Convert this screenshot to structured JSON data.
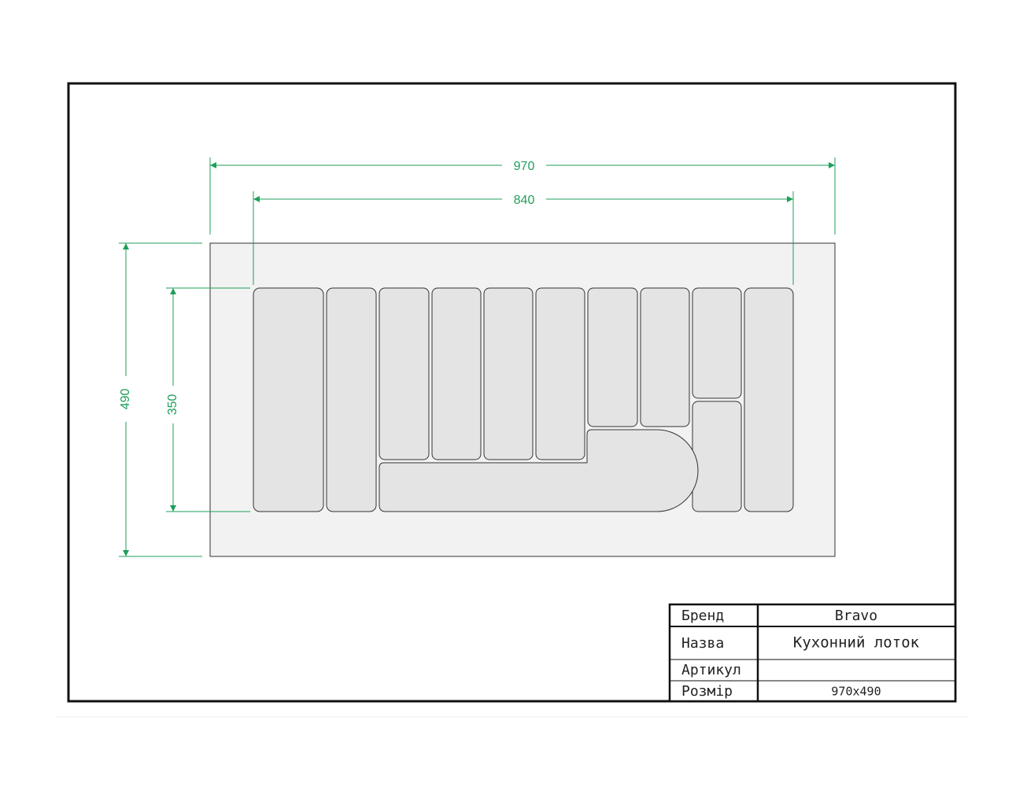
{
  "dimensions": {
    "outer_width": "970",
    "inner_width": "840",
    "outer_depth": "490",
    "inner_depth": "350"
  },
  "title_block": {
    "rows": [
      {
        "label": "Бренд",
        "value": "Bravo"
      },
      {
        "label": "Назва",
        "value": "Кухонний лоток"
      },
      {
        "label": "Артикул",
        "value": ""
      },
      {
        "label": "Розмір",
        "value": "970x490"
      }
    ]
  },
  "colors": {
    "dimension": "#1f9f5a",
    "tray_fill": "#f2f2f2",
    "compartment_fill": "#e4e4e4",
    "line": "#222222"
  }
}
